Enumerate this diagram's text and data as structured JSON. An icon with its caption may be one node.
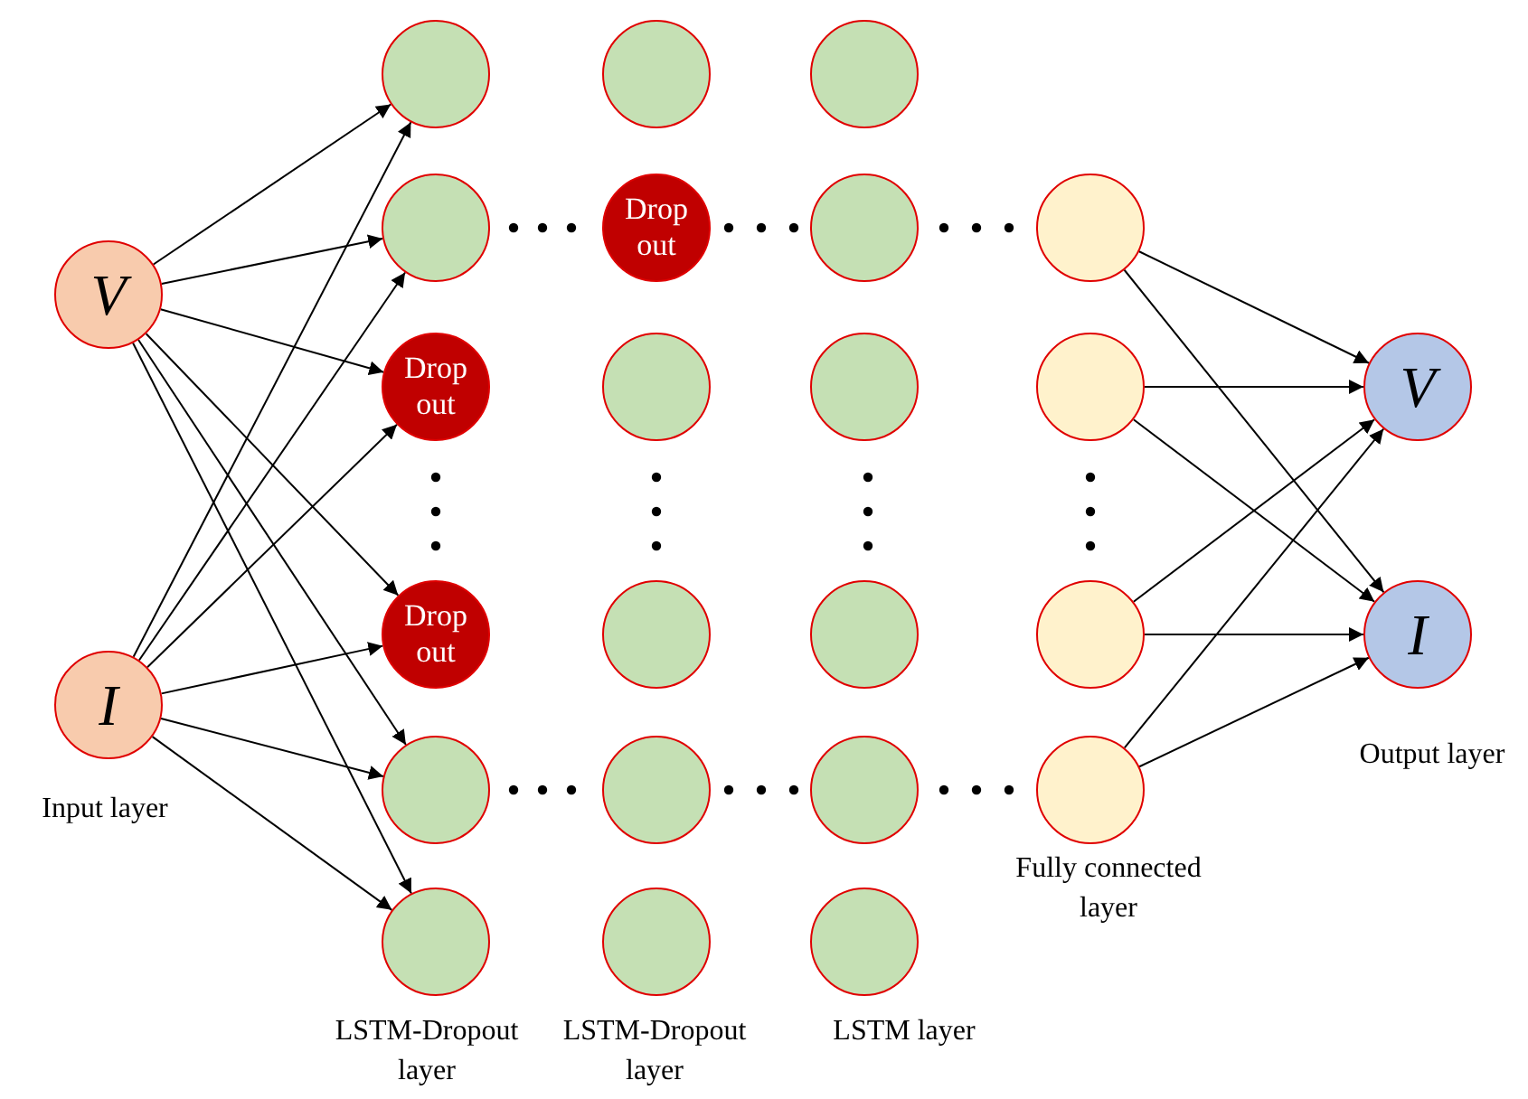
{
  "diagram": {
    "nodes": [
      {
        "text": [
          "V"
        ]
      },
      {
        "text": [
          "I"
        ]
      },
      {
        "text": [],
        "shape": "circle"
      },
      {
        "text": [],
        "shape": "circle"
      },
      {
        "text": [
          "Drop out"
        ]
      },
      {
        "text": [
          "Drop out"
        ]
      },
      {
        "text": [],
        "shape": "circle"
      },
      {
        "text": [],
        "shape": "circle"
      },
      {
        "text": [],
        "shape": "circle"
      },
      {
        "text": [
          "Drop out"
        ]
      },
      {
        "text": [],
        "shape": "circle"
      },
      {
        "text": [],
        "shape": "circle"
      },
      {
        "text": [],
        "shape": "circle"
      },
      {
        "text": [],
        "shape": "circle"
      },
      {
        "text": [],
        "shape": "circle"
      },
      {
        "text": [],
        "shape": "circle"
      },
      {
        "text": [],
        "shape": "circle"
      },
      {
        "text": [],
        "shape": "circle"
      },
      {
        "text": [],
        "shape": "circle"
      },
      {
        "text": [],
        "shape": "circle"
      },
      {
        "text": [],
        "shape": "circle"
      },
      {
        "text": [],
        "shape": "circle"
      },
      {
        "text": [],
        "shape": "circle"
      },
      {
        "text": [],
        "shape": "circle"
      },
      {
        "text": [
          "V"
        ]
      },
      {
        "text": [
          "I"
        ]
      }
    ],
    "edges": [
      {
        "from": 0,
        "to": 2,
        "arrow": "to"
      },
      {
        "from": 0,
        "to": 3,
        "arrow": "to"
      },
      {
        "from": 0,
        "to": 4,
        "arrow": "to"
      },
      {
        "from": 0,
        "to": 5,
        "arrow": "to"
      },
      {
        "from": 0,
        "to": 6,
        "arrow": "to"
      },
      {
        "from": 0,
        "to": 7,
        "arrow": "to"
      },
      {
        "from": 1,
        "to": 2,
        "arrow": "to"
      },
      {
        "from": 1,
        "to": 3,
        "arrow": "to"
      },
      {
        "from": 1,
        "to": 4,
        "arrow": "to"
      },
      {
        "from": 1,
        "to": 5,
        "arrow": "to"
      },
      {
        "from": 1,
        "to": 6,
        "arrow": "to"
      },
      {
        "from": 1,
        "to": 7,
        "arrow": "to"
      },
      {
        "from": 20,
        "to": 24,
        "arrow": "to"
      },
      {
        "from": 20,
        "to": 25,
        "arrow": "to"
      },
      {
        "from": 21,
        "to": 24,
        "arrow": "to"
      },
      {
        "from": 21,
        "to": 25,
        "arrow": "to"
      },
      {
        "from": 22,
        "to": 24,
        "arrow": "to"
      },
      {
        "from": 22,
        "to": 25,
        "arrow": "to"
      },
      {
        "from": 23,
        "to": 24,
        "arrow": "to"
      },
      {
        "from": 23,
        "to": 25,
        "arrow": "to"
      }
    ],
    "labels": [
      "Input layer",
      "Output layer",
      "Fully connected layer",
      "LSTM-Dropout layer",
      "LSTM-Dropout layer",
      "LSTM layer"
    ]
  }
}
